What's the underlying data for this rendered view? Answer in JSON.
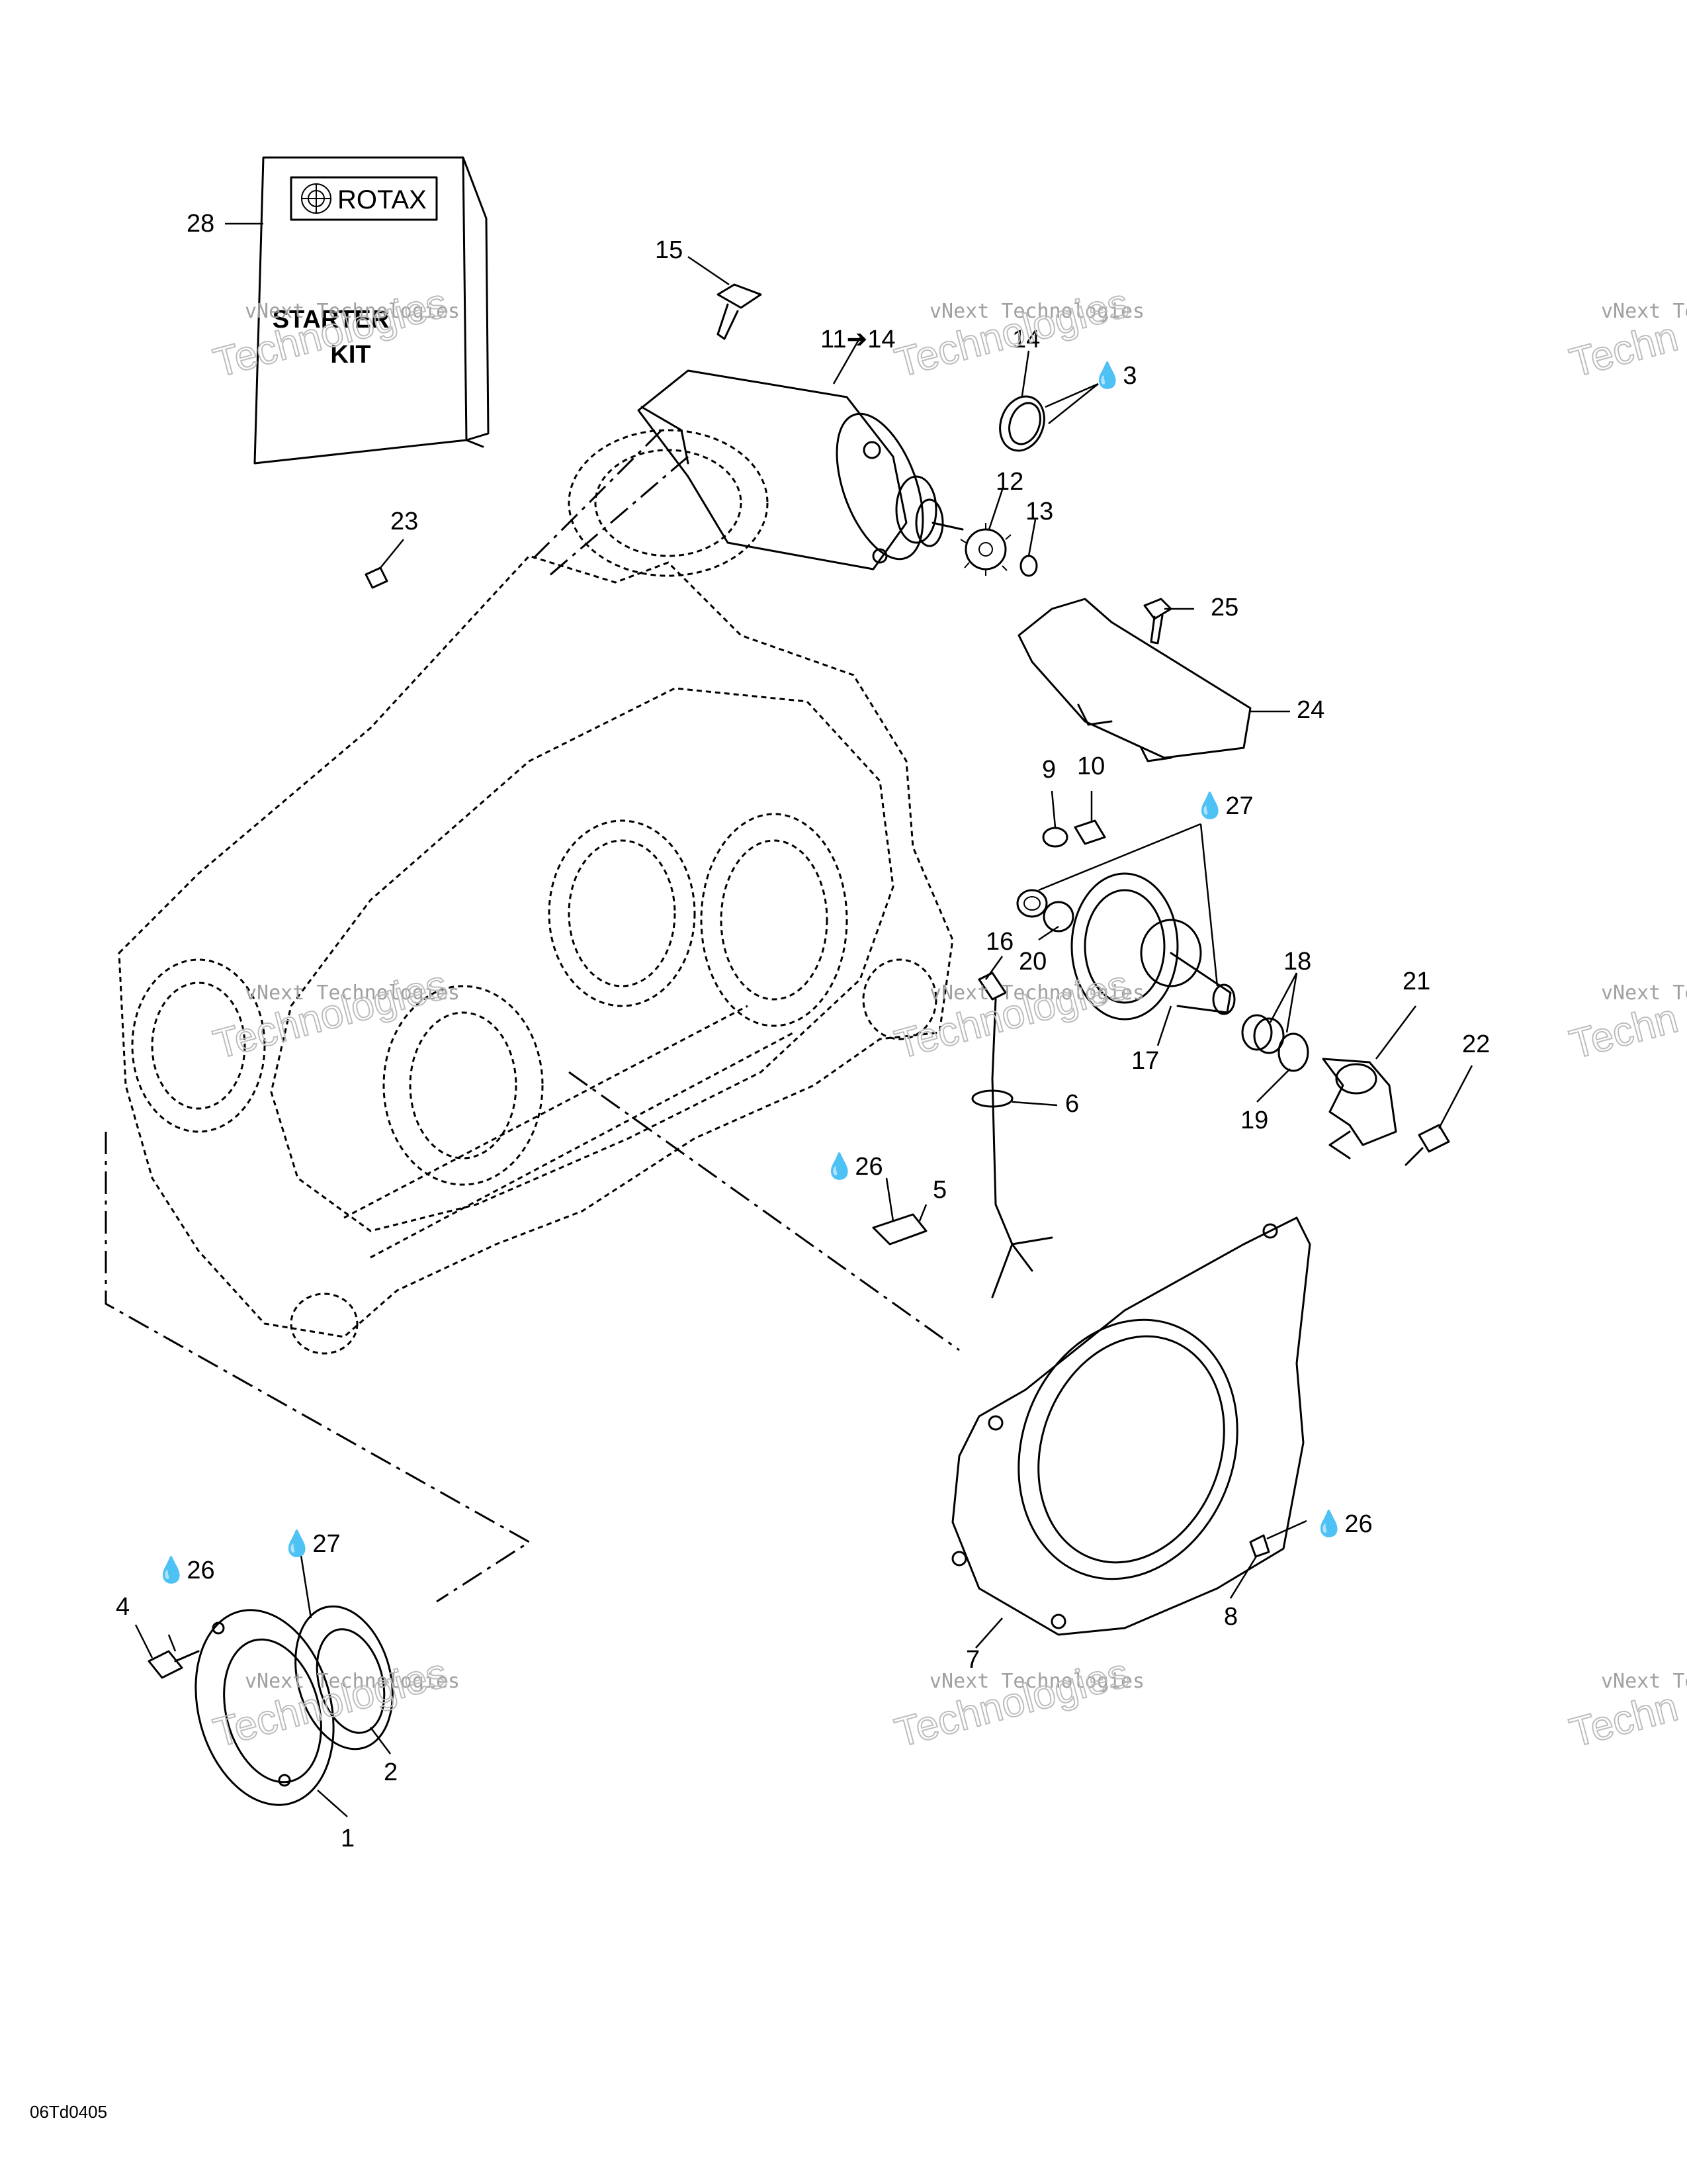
{
  "manual": {
    "kit_title": "STARTER\nKIT",
    "brand": "ROTAX"
  },
  "callouts": [
    {
      "id": "c28",
      "text": "28"
    },
    {
      "id": "c15",
      "text": "15"
    },
    {
      "id": "c11",
      "text": "11➔14"
    },
    {
      "id": "c14",
      "text": "14"
    },
    {
      "id": "c3",
      "text": "💧3"
    },
    {
      "id": "c23",
      "text": "23"
    },
    {
      "id": "c12",
      "text": "12"
    },
    {
      "id": "c13",
      "text": "13"
    },
    {
      "id": "c25",
      "text": "25"
    },
    {
      "id": "c24",
      "text": "24"
    },
    {
      "id": "c9",
      "text": "9"
    },
    {
      "id": "c10",
      "text": "10"
    },
    {
      "id": "c27a",
      "text": "💧27"
    },
    {
      "id": "c16",
      "text": "16"
    },
    {
      "id": "c20",
      "text": "20"
    },
    {
      "id": "c18",
      "text": "18"
    },
    {
      "id": "c21",
      "text": "21"
    },
    {
      "id": "c22",
      "text": "22"
    },
    {
      "id": "c17",
      "text": "17"
    },
    {
      "id": "c19",
      "text": "19"
    },
    {
      "id": "c6",
      "text": "6"
    },
    {
      "id": "c26a",
      "text": "💧26"
    },
    {
      "id": "c5",
      "text": "5"
    },
    {
      "id": "c27b",
      "text": "💧27"
    },
    {
      "id": "c26b",
      "text": "💧26"
    },
    {
      "id": "c4",
      "text": "4"
    },
    {
      "id": "c26c",
      "text": "💧26"
    },
    {
      "id": "c8",
      "text": "8"
    },
    {
      "id": "c7",
      "text": "7"
    },
    {
      "id": "c2",
      "text": "2"
    },
    {
      "id": "c1",
      "text": "1"
    }
  ],
  "watermark": {
    "line1": "vNext Technologies",
    "line2": "vNext\nTechnologies"
  },
  "footer": {
    "code": "06Td0405"
  }
}
